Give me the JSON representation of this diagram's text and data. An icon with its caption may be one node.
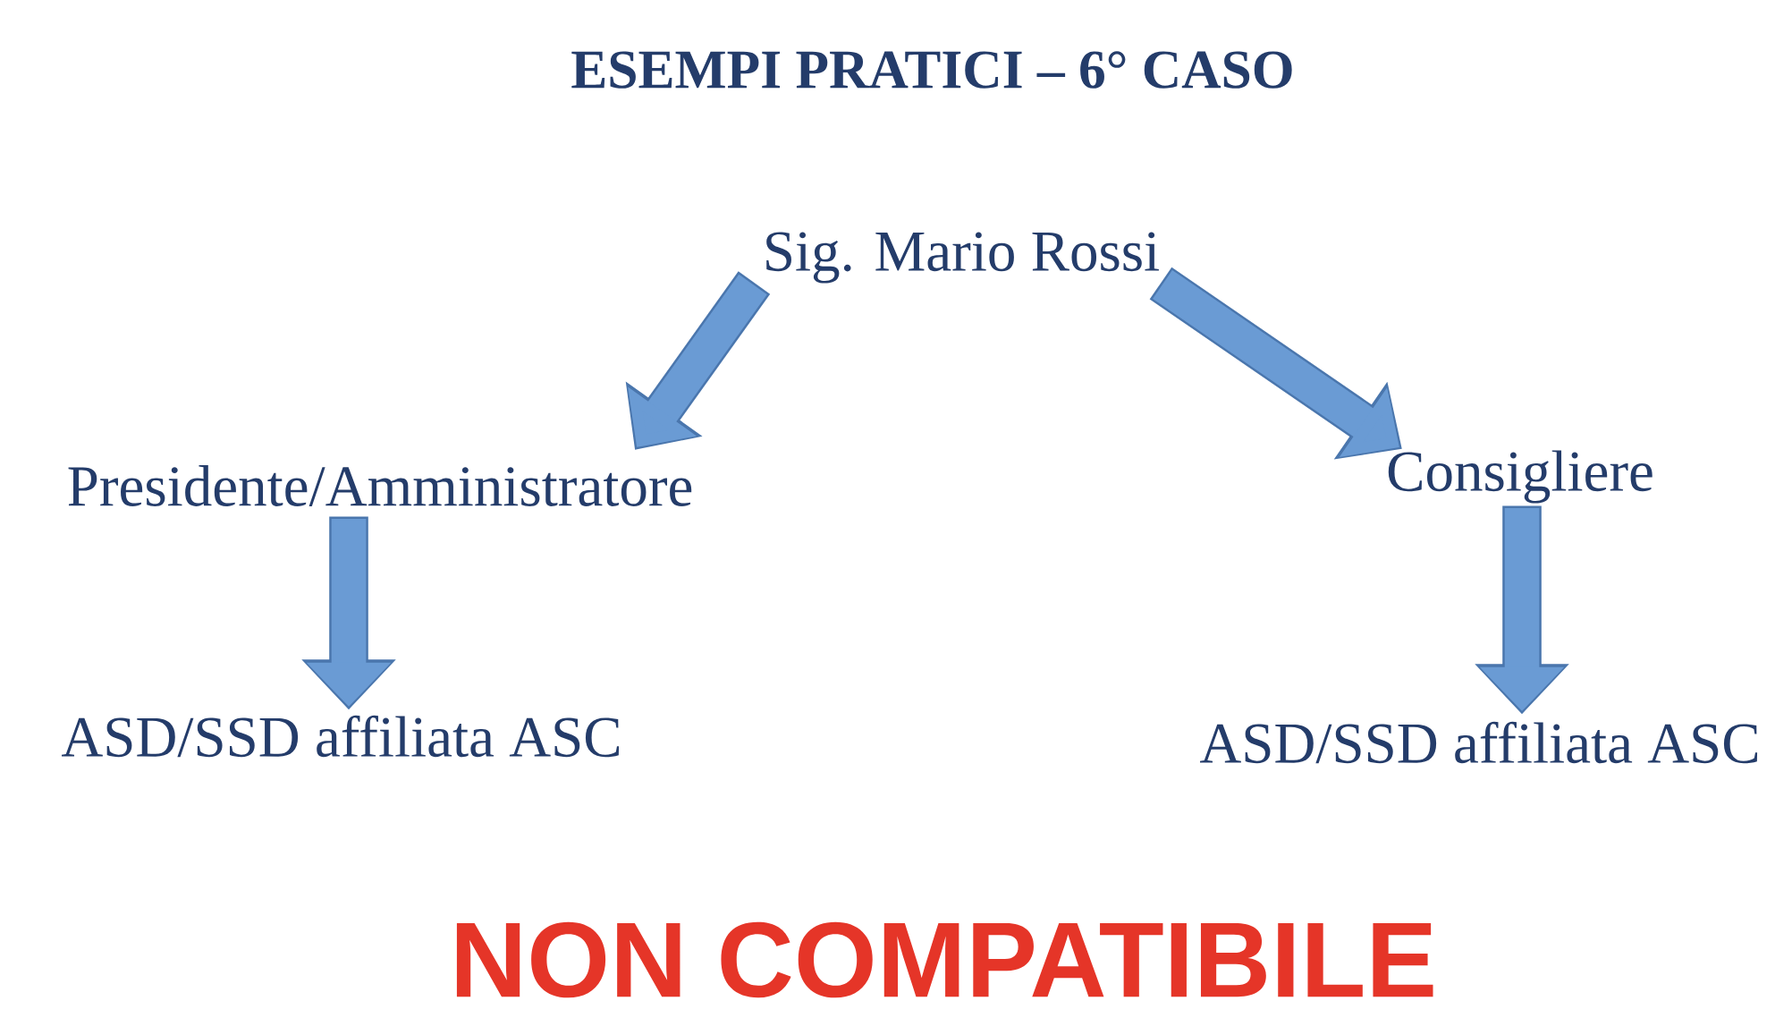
{
  "diagram": {
    "title": "ESEMPI PRATICI – 6° CASO",
    "nodes": [
      {
        "text": [
          "Sig. Mario Rossi"
        ]
      },
      {
        "text": [
          "Presidente/Amministratore"
        ]
      },
      {
        "text": [
          "Consigliere"
        ]
      },
      {
        "text": [
          "ASD/SSD affiliata ASC"
        ]
      },
      {
        "text": [
          "ASD/SSD affiliata ASC"
        ]
      }
    ],
    "edges": [
      {
        "from": 0,
        "to": 1,
        "arrow": "to"
      },
      {
        "from": 0,
        "to": 2,
        "arrow": "to"
      },
      {
        "from": 1,
        "to": 3,
        "arrow": "to"
      },
      {
        "from": 2,
        "to": 4,
        "arrow": "to"
      }
    ],
    "labels": [
      "NON COMPATIBILE"
    ]
  }
}
